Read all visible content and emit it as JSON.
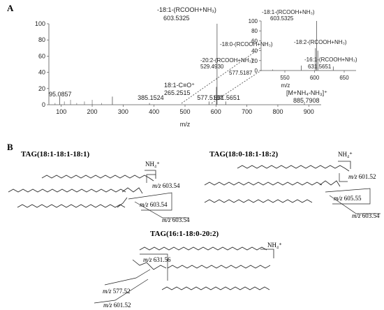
{
  "figure": {
    "panel_a_letter": "A",
    "panel_b_letter": "B"
  },
  "chart_data": [
    {
      "type": "bar",
      "panel": "A-main",
      "xlabel": "m/z",
      "ylabel": "",
      "xlim": [
        60,
        940
      ],
      "ylim": [
        0,
        100
      ],
      "x_ticks": [
        "100",
        "200",
        "300",
        "400",
        "500",
        "600",
        "700",
        "800",
        "900"
      ],
      "y_ticks": [
        "0",
        "20",
        "40",
        "60",
        "80",
        "100"
      ],
      "peaks": [
        {
          "x": 95.0857,
          "y": 10,
          "label": "95.0857"
        },
        {
          "x": 265.2515,
          "y": 10,
          "label": "265.2515",
          "annotation": "18:1-C≡O⁺"
        },
        {
          "x": 385.1524,
          "y": 2,
          "label": "385.1524"
        },
        {
          "x": 577.5187,
          "y": 4,
          "label": "577.5187"
        },
        {
          "x": 601.52,
          "y": 22
        },
        {
          "x": 603.5325,
          "y": 100,
          "label": "603.5325",
          "annotation": "-18:1-(RCOOH+NH₃)"
        },
        {
          "x": 631.5651,
          "y": 4,
          "label": "631.5651"
        },
        {
          "x": 885.7908,
          "y": 2,
          "label": "885.7908",
          "annotation": "[M+NH₄-NH₃]⁺"
        }
      ]
    },
    {
      "type": "bar",
      "panel": "A-inset",
      "xlabel": "m/z",
      "ylabel": "",
      "xlim": [
        510,
        670
      ],
      "ylim": [
        0,
        100
      ],
      "x_ticks": [
        "550",
        "600",
        "650"
      ],
      "y_ticks": [
        "0",
        "20",
        "40",
        "60",
        "80",
        "100"
      ],
      "peaks": [
        {
          "x": 529.493,
          "y": 2,
          "label": "529.4930"
        },
        {
          "x": 577.5187,
          "y": 10,
          "label": "577.5187",
          "annotation": "-20:2-(RCOOH+NH₃)"
        },
        {
          "x": 601.52,
          "y": 45,
          "annotation": "-18:0-(RCOOH+NH₃)"
        },
        {
          "x": 603.5325,
          "y": 100,
          "label": "603.5325",
          "annotation": "-18:1-(RCOOH+NH₃)"
        },
        {
          "x": 605.55,
          "y": 40,
          "annotation": "-18:2-(RCOOH+NH₃)"
        },
        {
          "x": 631.5651,
          "y": 8,
          "label": "631.5651",
          "annotation": "-16:1-(RCOOH+NH₃)"
        }
      ]
    }
  ],
  "structures": {
    "s1": {
      "name": "TAG(18:1-18:1-18:1)",
      "ion": "NH₄⁺",
      "frag1": "603.54",
      "frag2": "603.54",
      "frag3": "603.54"
    },
    "s2": {
      "name": "TAG(18:0-18:1-18:2)",
      "ion": "NH₄⁺",
      "frag1": "601.52",
      "frag2": "605.55",
      "frag3": "603.54"
    },
    "s3": {
      "name": "TAG(16:1-18:0-20:2)",
      "ion": "NH₄⁺",
      "frag1": "631.56",
      "frag2": "577.52",
      "frag3": "601.52"
    },
    "mz_prefix": "m/z"
  },
  "colors": {
    "line": "#555555",
    "bond": "#222222"
  }
}
